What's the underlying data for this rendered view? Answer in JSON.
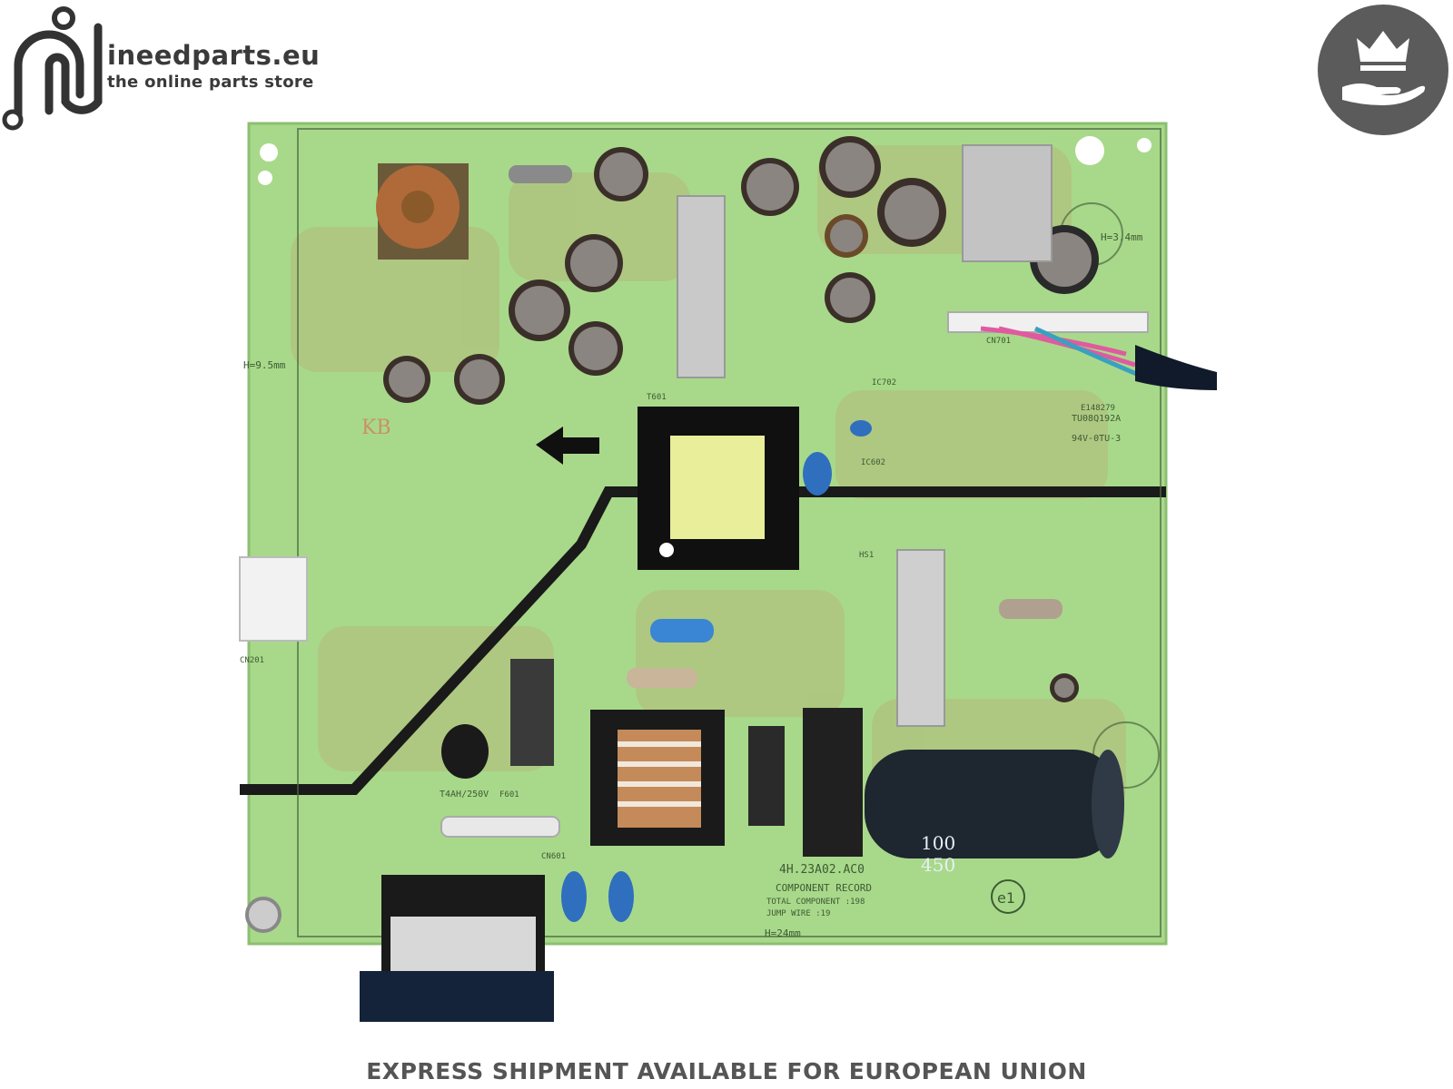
{
  "brand": {
    "name": "ineedparts.eu",
    "tagline": "the online parts store",
    "color": "#3a3a3a"
  },
  "badge": {
    "icon": "crown-hand-icon",
    "color": "#5a5a5a"
  },
  "product": {
    "image": "power-supply-board-photo",
    "board_labels": {
      "model_code": "4H.23A02.AC0",
      "record_title": "COMPONENT RECORD",
      "total_component": "TOTAL COMPONENT :198",
      "jump_wire": "JUMP WIRE :19",
      "fuse": "T4AH/250V",
      "fuse_ref": "F601",
      "height": "H=24mm",
      "height_side": "H=3.4mm",
      "height_left": "H=9.5mm",
      "cert": "e1",
      "connector_main": "CN701",
      "connector_side": "CN201",
      "connector_input": "CN601",
      "ul_code": "E148279",
      "pcb_code": "TU08Q192A",
      "rating": "94V-0TU-3",
      "cap_value": "100",
      "cap_voltage": "450",
      "ic_label": "IC702",
      "opto_label": "IC602",
      "transformer_label": "T601",
      "bridge_label": "HS1",
      "mark": "KB"
    }
  },
  "footer": {
    "text": "EXPRESS SHIPMENT AVAILABLE FOR EUROPEAN UNION"
  }
}
